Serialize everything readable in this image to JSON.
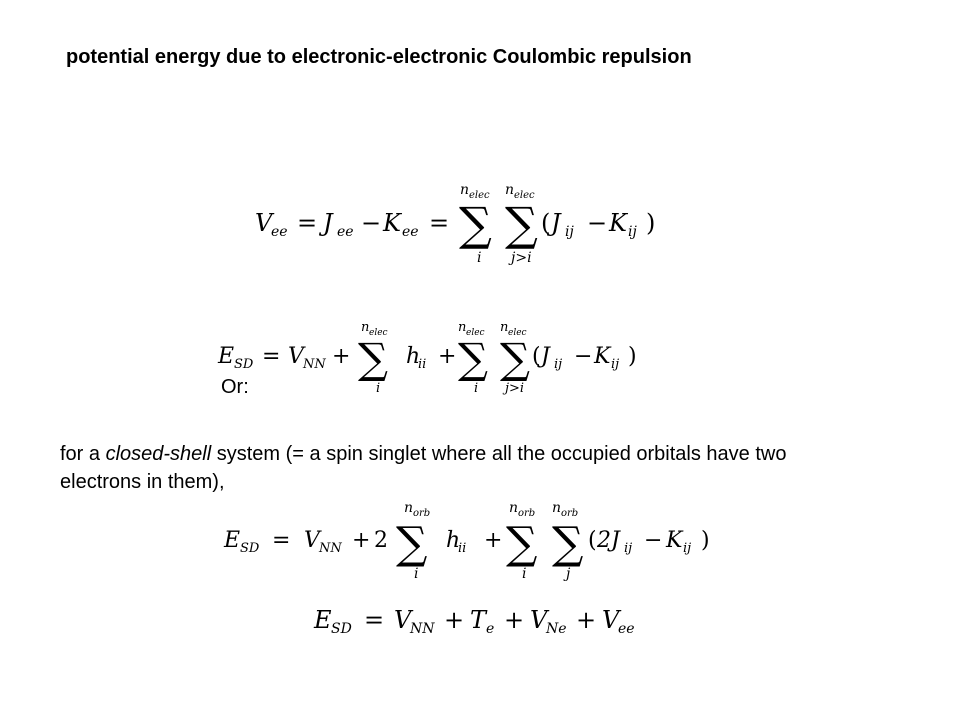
{
  "title": "potential energy due to electronic-electronic Coulombic repulsion",
  "or_label": "Or:",
  "closed_shell": {
    "prefix": "for a ",
    "emphasis": "closed-shell",
    "suffix": " system (= a spin singlet where all the occupied orbitals have two electrons in them),"
  },
  "equations": {
    "vee": {
      "lhs": "V",
      "lhs_sub": "ee",
      "j": "J",
      "j_sub": "ee",
      "k": "K",
      "k_sub": "ee",
      "sum_upper": "n",
      "sum_upper_sub": "elec",
      "sum1_lower": "i",
      "sum2_lower": "j>i",
      "jij": "J",
      "jij_sub": "ij",
      "kij": "K",
      "kij_sub": "ij"
    },
    "esd_general": {
      "lhs": "E",
      "lhs_sub": "SD",
      "vnn": "V",
      "vnn_sub": "NN",
      "h": "h",
      "h_sub": "ii",
      "sum_upper": "n",
      "sum_upper_sub": "elec",
      "sum_i": "i",
      "sum_j": "j>i"
    },
    "esd_closed": {
      "lhs": "E",
      "lhs_sub": "SD",
      "vnn": "V",
      "vnn_sub": "NN",
      "coef2": "2",
      "h": "h",
      "h_sub": "ii",
      "sum_upper": "n",
      "sum_upper_sub": "orb",
      "sum_i": "i",
      "sum_j": "j",
      "jterm": "2J",
      "jterm_sub": "ij",
      "k": "K",
      "k_sub": "ij"
    },
    "esd_sum": {
      "lhs": "E",
      "lhs_sub": "SD",
      "vnn": "V",
      "vnn_sub": "NN",
      "te": "T",
      "te_sub": "e",
      "vne": "V",
      "vne_sub": "Ne",
      "vee": "V",
      "vee_sub": "ee"
    }
  }
}
